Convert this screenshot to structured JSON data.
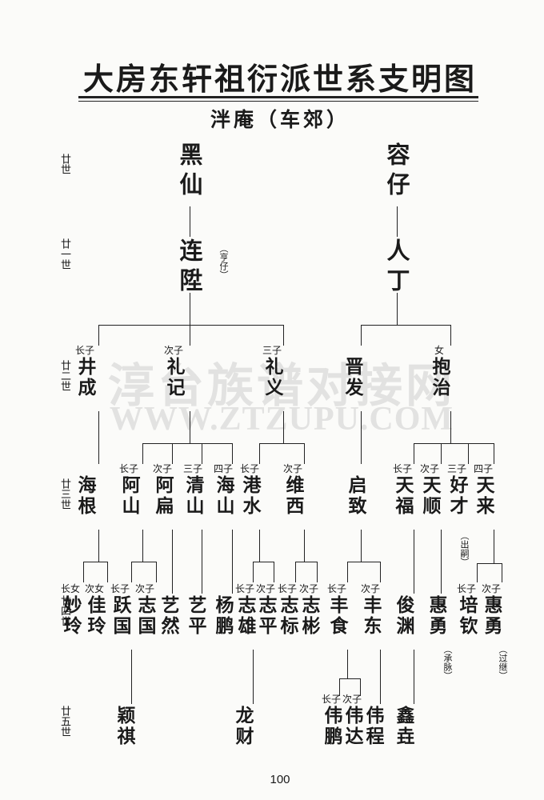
{
  "title": "大房东轩祖衍派世系支明图",
  "subtitle": "泮庵（车郊）",
  "page_number": "100",
  "watermark": {
    "cn": "淳台族谱对接网",
    "url": "WWW.ZTZUPU.COM"
  },
  "generations": [
    {
      "id": "g20",
      "label": "廿世"
    },
    {
      "id": "g21",
      "label": "廿一世"
    },
    {
      "id": "g22",
      "label": "廿二世"
    },
    {
      "id": "g23",
      "label": "廿三世"
    },
    {
      "id": "g24",
      "label": "廿四世"
    },
    {
      "id": "g25",
      "label": "廿五世"
    }
  ],
  "people": [
    {
      "id": "p1",
      "name": "黑仙"
    },
    {
      "id": "p2",
      "name": "容仔"
    },
    {
      "id": "p3",
      "name": "连陞",
      "note": "（亨仔）"
    },
    {
      "id": "p4",
      "name": "人丁"
    },
    {
      "id": "p5",
      "name": "井成",
      "rank": "长子"
    },
    {
      "id": "p6",
      "name": "礼记",
      "rank": "次子"
    },
    {
      "id": "p7",
      "name": "礼义",
      "rank": "三子"
    },
    {
      "id": "p8",
      "name": "晋发"
    },
    {
      "id": "p9",
      "name": "抱治",
      "rank": "女"
    },
    {
      "id": "p10",
      "name": "海根"
    },
    {
      "id": "p11",
      "name": "阿山",
      "rank": "长子"
    },
    {
      "id": "p12",
      "name": "阿扁",
      "rank": "次子"
    },
    {
      "id": "p13",
      "name": "清山",
      "rank": "三子"
    },
    {
      "id": "p14",
      "name": "海山",
      "rank": "四子"
    },
    {
      "id": "p15",
      "name": "港水",
      "rank": "长子"
    },
    {
      "id": "p16",
      "name": "维西",
      "rank": "次子"
    },
    {
      "id": "p17",
      "name": "启致"
    },
    {
      "id": "p18",
      "name": "天福",
      "rank": "长子"
    },
    {
      "id": "p19",
      "name": "天顺",
      "rank": "次子"
    },
    {
      "id": "p20",
      "name": "好才",
      "rank": "三子",
      "note": "（出嗣）"
    },
    {
      "id": "p21",
      "name": "天来",
      "rank": "四子"
    },
    {
      "id": "p22",
      "name": "妙玲",
      "rank": "长女"
    },
    {
      "id": "p23",
      "name": "佳玲",
      "rank": "次女"
    },
    {
      "id": "p24",
      "name": "跃国",
      "rank": "长子"
    },
    {
      "id": "p25",
      "name": "志国",
      "rank": "次子"
    },
    {
      "id": "p26",
      "name": "艺然"
    },
    {
      "id": "p27",
      "name": "艺平"
    },
    {
      "id": "p28",
      "name": "杨鹏"
    },
    {
      "id": "p29",
      "name": "志雄",
      "rank": "长子"
    },
    {
      "id": "p30",
      "name": "志平",
      "rank": "次子"
    },
    {
      "id": "p31",
      "name": "志标",
      "rank": "长子"
    },
    {
      "id": "p32",
      "name": "志彬",
      "rank": "次子"
    },
    {
      "id": "p33",
      "name": "丰食",
      "rank": "长子"
    },
    {
      "id": "p34",
      "name": "丰东",
      "rank": "次子"
    },
    {
      "id": "p35",
      "name": "俊渊"
    },
    {
      "id": "p36",
      "name": "惠勇",
      "note": "（承脉）"
    },
    {
      "id": "p37",
      "name": "培钦",
      "rank": "长子"
    },
    {
      "id": "p38",
      "name": "惠勇",
      "rank": "次子",
      "note": "（过继）"
    },
    {
      "id": "p39",
      "name": "颖祺"
    },
    {
      "id": "p40",
      "name": "龙财"
    },
    {
      "id": "p41",
      "name": "伟鹏",
      "rank": "长子"
    },
    {
      "id": "p42",
      "name": "伟达",
      "rank": "次子"
    },
    {
      "id": "p43",
      "name": "伟程"
    },
    {
      "id": "p44",
      "name": "鑫垚"
    }
  ]
}
